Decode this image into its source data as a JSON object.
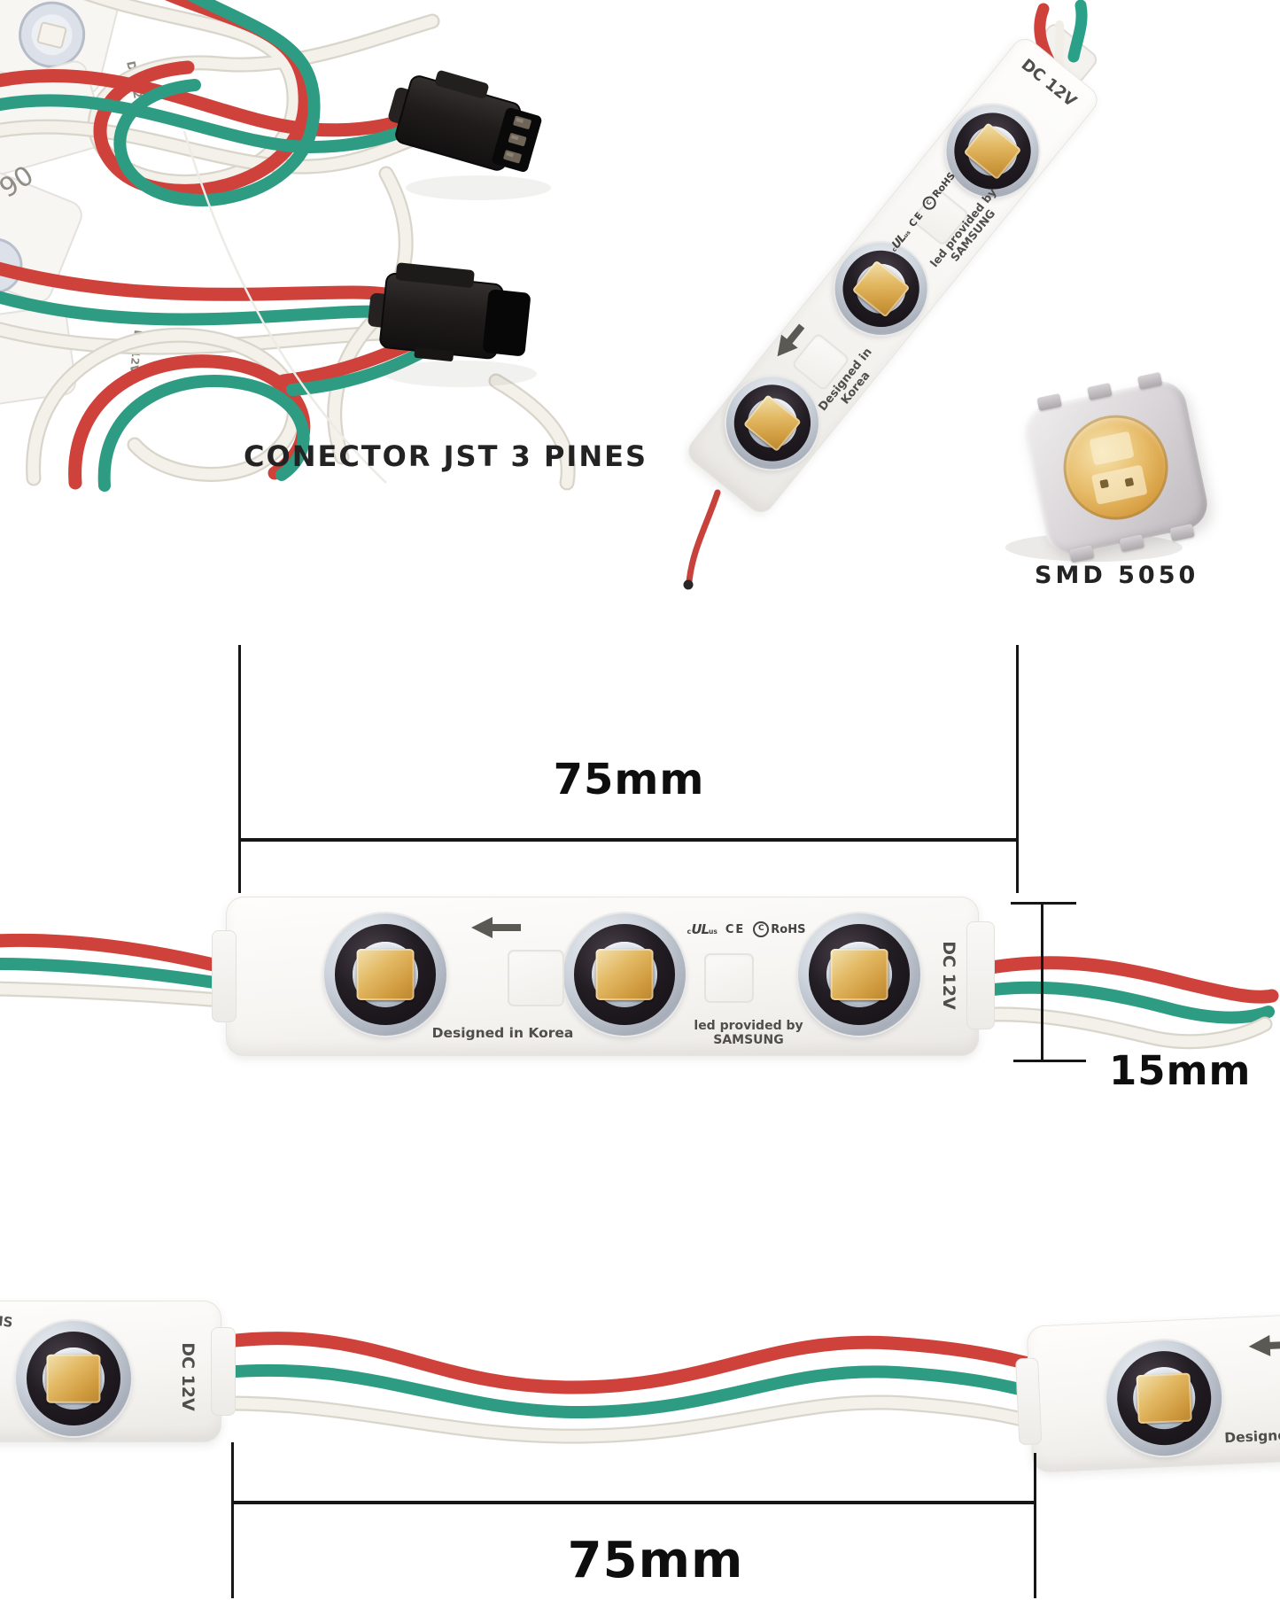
{
  "titles": {
    "connector": "CONECTOR JST 3 PINES",
    "smd": "SMD 5050"
  },
  "dimensions": {
    "top_width": "75mm",
    "module_height": "15mm",
    "bottom_wire_length": "75mm"
  },
  "module_text": {
    "voltage": "DC 12V",
    "designed_in": "Designed in Korea",
    "led_by_line1": "led provided by",
    "led_by_line2": "SAMSUNG",
    "cert_ul_prefix": "c",
    "cert_ul": "UL",
    "cert_ul_suffix": "us",
    "cert_ce": "CE",
    "cert_rohs_c": "C",
    "cert_rohs": "RoHS"
  },
  "fragments": {
    "bottom_left_cert": "IS",
    "bottom_right_designed": "Designe",
    "handwritten_mark": "90"
  },
  "colors": {
    "wire_red": "#cf423b",
    "wire_green": "#2e9c83",
    "wire_white": "#f2efe8",
    "connector_black": "#1b1818",
    "module_white": "#f6f5f2",
    "led_chip_amber": "#d9a74f",
    "lens_gray": "#c5cdd9",
    "dimension_black": "#141414",
    "label_black": "#232323"
  }
}
